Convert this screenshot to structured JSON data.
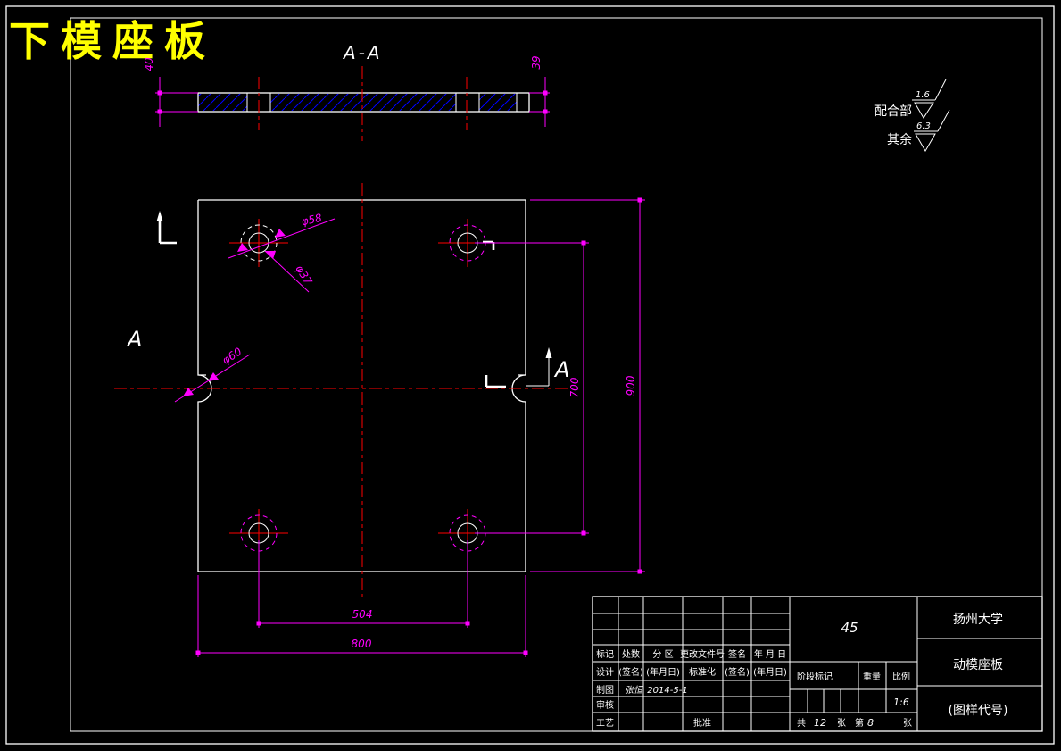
{
  "drawing": {
    "title": "下模座板",
    "section_title": "A-A",
    "labels": {
      "a_left": "A",
      "a_right": "A"
    },
    "dims": {
      "thickness_left": "40",
      "thickness_right": "39",
      "counterbore_dia": "φ58",
      "hole_dia": "φ37",
      "notch_dia": "φ60",
      "hole_span_vertical": "700",
      "plate_height": "900",
      "hole_span_horizontal": "504",
      "plate_width": "800"
    },
    "roughness": {
      "fit_label": "配合部",
      "fit_value": "1.6",
      "rest_label": "其余",
      "rest_value": "6.3"
    }
  },
  "title_block": {
    "material": "45",
    "org": "扬州大学",
    "part": "动模座板",
    "code": "(图样代号)",
    "rev_headers": [
      "标记",
      "处数",
      "分 区",
      "更改文件号",
      "签名",
      "年 月 日"
    ],
    "sign_row": [
      "设计",
      "(签名)",
      "(年月日)",
      "标准化",
      "(签名)",
      "(年月日)"
    ],
    "draft_label": "制图",
    "draft_name": "张恒",
    "draft_date": "2014-5-1",
    "check_label": "审核",
    "process_label": "工艺",
    "approve_label": "批准",
    "stage_label": "阶段标记",
    "weight_label": "重量",
    "scale_label": "比例",
    "scale_value": "1:6",
    "sheet": {
      "total_label": "共",
      "total": "12",
      "total_unit": "张",
      "page_label": "第",
      "page": "8",
      "page_unit": "张"
    }
  },
  "colors": {
    "background": "#000000",
    "lines": "#ffffff",
    "dimensions": "#ff00ff",
    "centerlines": "#ff0000",
    "hatch": "#0000ff",
    "title": "#ffff00"
  }
}
